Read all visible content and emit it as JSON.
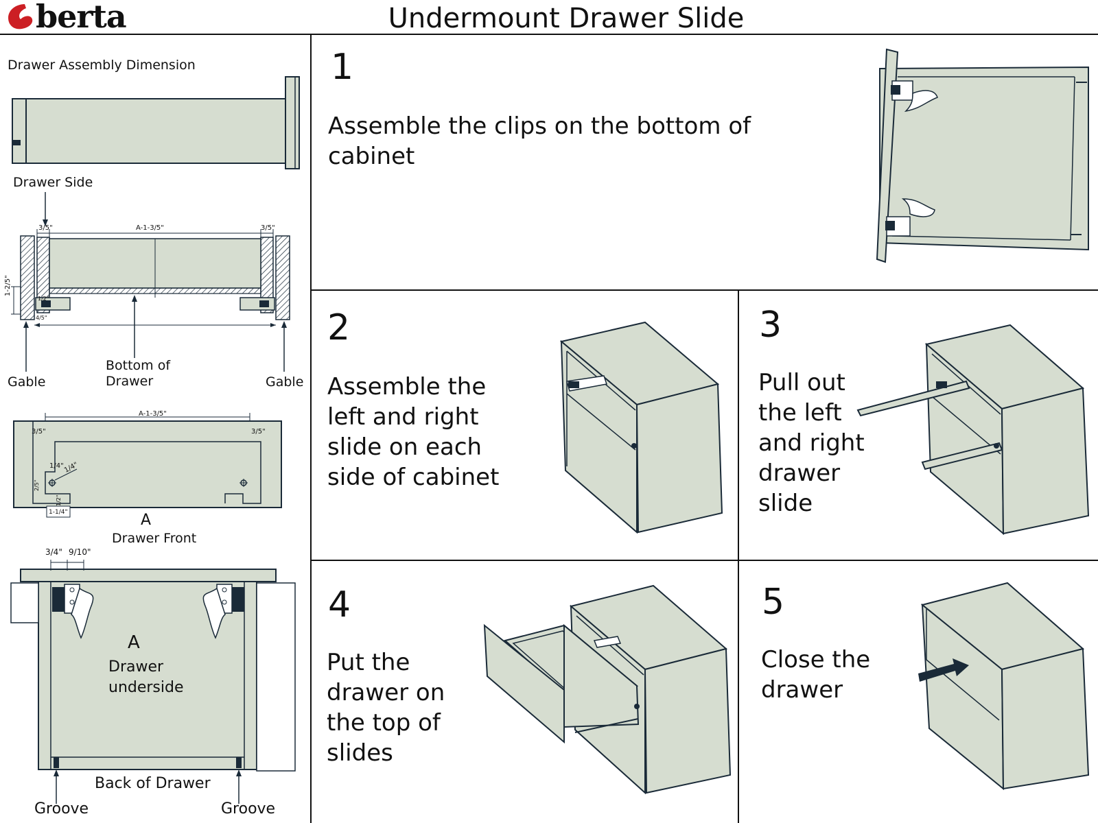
{
  "header": {
    "brand": "berta",
    "title": "Undermount Drawer Slide"
  },
  "colors": {
    "panel_fill": "#d6ddd0",
    "line": "#1a2a38",
    "logo_red": "#cc1f24"
  },
  "icons": {
    "logo": "berta-logo-icon"
  },
  "left_panel": {
    "heading": "Drawer Assembly Dimension",
    "drawer_side_label": "Drawer Side",
    "section": {
      "dim_left": "3/5\"",
      "dim_center": "A-1-3/5\"",
      "dim_right": "3/5\"",
      "dim_height": "1-2/5\"",
      "dim_small_v": "1/2\"",
      "dim_small_h": "4/5\"",
      "gable_left": "Gable",
      "bottom_line1": "Bottom of",
      "bottom_line2": "Drawer",
      "gable_right": "Gable"
    },
    "front": {
      "dim_top": "A-1-3/5\"",
      "dim_left": "3/5\"",
      "dim_right": "3/5\"",
      "dim_quarter": "1/4\"",
      "dim_angle": "1/4\"",
      "dim_v1": "2/5\"",
      "dim_v2": "1/2\"",
      "dim_bottom": "1-1/4\"",
      "letter": "A",
      "label": "Drawer Front"
    },
    "underside": {
      "dim_a": "3/4\"",
      "dim_b": "9/10\"",
      "letter": "A",
      "line1": "Drawer",
      "line2": "underside",
      "back_label": "Back of Drawer",
      "groove_left": "Groove",
      "groove_right": "Groove"
    }
  },
  "steps": [
    {
      "number": "1",
      "lines": [
        "Assemble the clips on the bottom of",
        "cabinet"
      ]
    },
    {
      "number": "2",
      "lines": [
        "Assemble the",
        "left and right",
        "slide on each",
        "side of cabinet"
      ]
    },
    {
      "number": "3",
      "lines": [
        "Pull out",
        "the left",
        "and right",
        "drawer",
        "slide"
      ]
    },
    {
      "number": "4",
      "lines": [
        "Put the",
        "drawer on",
        "the top of",
        "slides"
      ]
    },
    {
      "number": "5",
      "lines": [
        "Close the",
        "drawer"
      ]
    }
  ]
}
